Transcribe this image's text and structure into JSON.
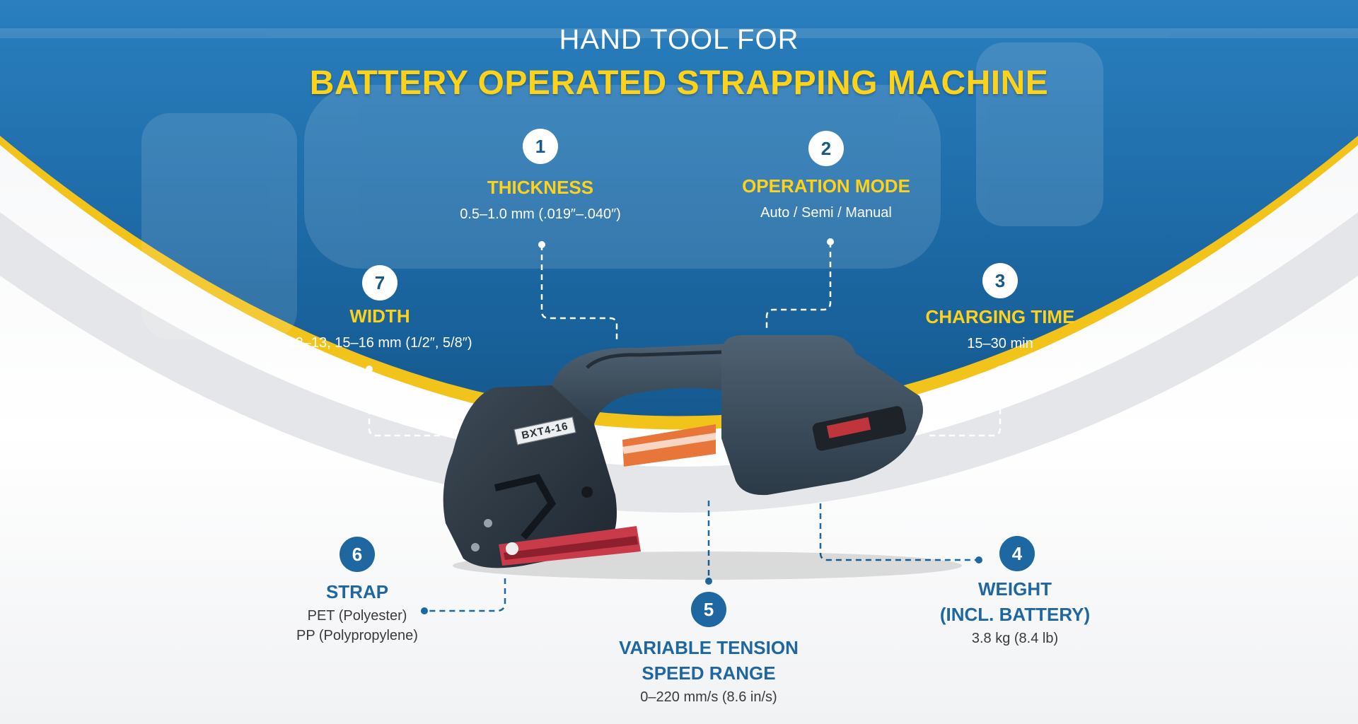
{
  "header": {
    "subtitle": "HAND TOOL FOR",
    "title": "BATTERY OPERATED STRAPPING MACHINE"
  },
  "specs": [
    {
      "number": "1",
      "label": "THICKNESS",
      "value": "0.5–1.0 mm (.019″–.040″)"
    },
    {
      "number": "2",
      "label": "OPERATION MODE",
      "value": "Auto / Semi / Manual"
    },
    {
      "number": "3",
      "label": "CHARGING TIME",
      "value": "15–30 min"
    },
    {
      "number": "4",
      "label_line1": "WEIGHT",
      "label_line2": "(INCL. BATTERY)",
      "value": "3.8 kg (8.4 lb)"
    },
    {
      "number": "5",
      "label_line1": "VARIABLE TENSION",
      "label_line2": "SPEED RANGE",
      "value": "0–220 mm/s (8.6 in/s)"
    },
    {
      "number": "6",
      "label": "STRAP",
      "value_line1": "PET (Polyester)",
      "value_line2": "PP (Polypropylene)"
    },
    {
      "number": "7",
      "label": "WIDTH",
      "value": "12–13, 15–16 mm (1/2″, 5/8″)"
    }
  ],
  "product": {
    "model_label": "BXT4-16"
  },
  "colors": {
    "blue_dark": "#145b92",
    "blue_light": "#2f86c4",
    "accent_yellow": "#ffd21a",
    "label_blue": "#1e67a1"
  }
}
